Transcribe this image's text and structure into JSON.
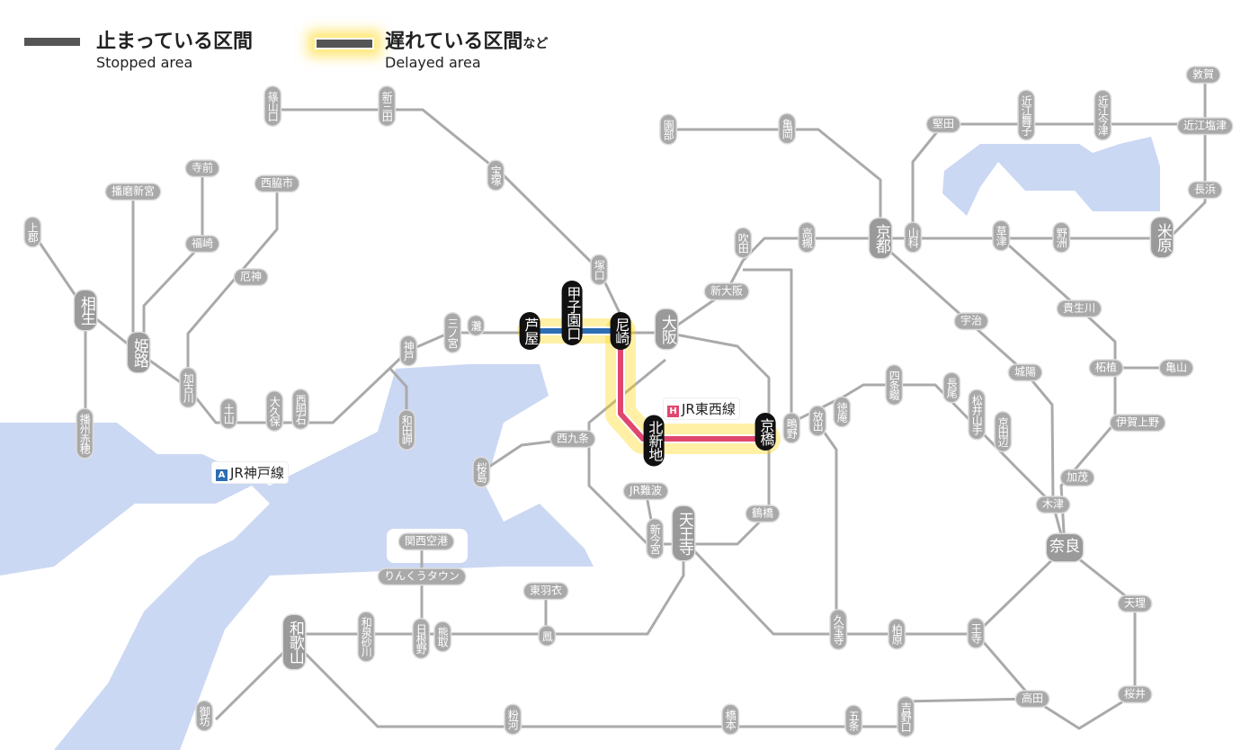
{
  "legend": {
    "stopped_jp": "止まっている区間",
    "stopped_en": "Stopped area",
    "delayed_jp": "遅れている区間",
    "delayed_suffix": "など",
    "delayed_en": "Delayed area"
  },
  "lines": {
    "kobe": {
      "badge": "A",
      "name": "JR神戸線",
      "color": "#2e6db4"
    },
    "tozai": {
      "badge": "H",
      "name": "JR東西線",
      "color": "#e0476e"
    }
  },
  "colors": {
    "line": "#aaaaaa",
    "water": "#cbd8f3",
    "glow": "#ffd400"
  },
  "stations": {
    "sasayamaguchi": "篠山口",
    "shinsanda": "新三田",
    "takarazuka": "宝塚",
    "tsukaguchi": "塚口",
    "teramae": "寺前",
    "harimashingu": "播磨新宮",
    "nishiwakishi": "西脇市",
    "kamigori": "上郡",
    "fukusaki": "福崎",
    "aioi": "相生",
    "himeji": "姫路",
    "yakujin": "厄神",
    "kakogawa": "加古川",
    "tsuchiyama": "土山",
    "okubo": "大久保",
    "nishiakashi": "西明石",
    "kobe": "神戸",
    "wadamisaki": "和田岬",
    "sannomiya": "三ノ宮",
    "nada": "灘",
    "ashiya": "芦屋",
    "koshienguchi": "甲子園口",
    "amagasaki": "尼崎",
    "osaka": "大阪",
    "shinosaka": "新大阪",
    "suita": "吹田",
    "takatsuki": "高槻",
    "kyoto": "京都",
    "yamashina": "山科",
    "sonobe": "園部",
    "kameoka": "亀岡",
    "katata": "堅田",
    "omimaiko": "近江舞子",
    "omiimazu": "近江今津",
    "tsuruga": "敦賀",
    "omishiotsu": "近江塩津",
    "nagahama": "長浜",
    "maibara": "米原",
    "kusatsu": "草津",
    "yasu": "野洲",
    "uji": "宇治",
    "kibukawa": "貴生川",
    "joyo": "城陽",
    "tsuge": "柘植",
    "kameyama": "亀山",
    "igaueno": "伊賀上野",
    "kamo": "加茂",
    "kizu": "木津",
    "nara": "奈良",
    "shijonawate": "四条畷",
    "nagao": "長尾",
    "matsuiyamate": "松井山手",
    "kyotanabe": "京田辺",
    "tokuan": "徳庵",
    "hanaten": "放出",
    "shigino": "鴫野",
    "kyobashi": "京橋",
    "kitashinchi": "北新地",
    "nishikujo": "西九条",
    "sakurajima": "桜島",
    "jrnamba": "JR難波",
    "tsuruhashi": "鶴橋",
    "shinimamiya": "新今宮",
    "tennoji": "天王寺",
    "kansaiairport": "関西空港",
    "rinkutown": "りんくうタウン",
    "higashihagoromo": "東羽衣",
    "otori": "鳳",
    "izumisunagawa": "和泉砂川",
    "hineno": "日根野",
    "kumatori": "熊取",
    "wakayama": "和歌山",
    "gobo": "御坊",
    "kokawa": "粉河",
    "hashimoto": "橋本",
    "gojo": "五条",
    "yoshinoguchi": "吉野口",
    "takada": "高田",
    "oji": "王寺",
    "kashiwara": "柏原",
    "kyuhoji": "久宝寺",
    "tenri": "天理",
    "sakurai": "桜井",
    "banshuako": "播州赤穂"
  }
}
